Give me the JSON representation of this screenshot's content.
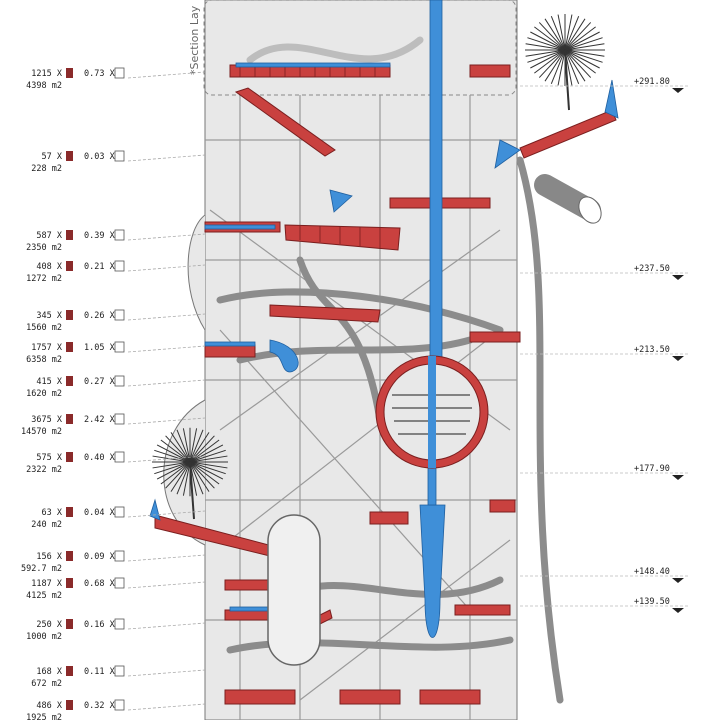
{
  "section_label": "*Section Lay",
  "rows": [
    {
      "count": "1215 X",
      "area": "4398 m2",
      "ratio": "0.73 X"
    },
    {
      "count": "57 X",
      "area": "228 m2",
      "ratio": "0.03 X"
    },
    {
      "count": "587 X",
      "area": "2350 m2",
      "ratio": "0.39 X"
    },
    {
      "count": "408 X",
      "area": "1272 m2",
      "ratio": "0.21 X"
    },
    {
      "count": "345 X",
      "area": "1560 m2",
      "ratio": "0.26 X"
    },
    {
      "count": "1757 X",
      "area": "6358 m2",
      "ratio": "1.05 X"
    },
    {
      "count": "415 X",
      "area": "1620 m2",
      "ratio": "0.27 X"
    },
    {
      "count": "3675 X",
      "area": "14570 m2",
      "ratio": "2.42 X"
    },
    {
      "count": "575 X",
      "area": "2322 m2",
      "ratio": "0.40 X"
    },
    {
      "count": "63 X",
      "area": "240 m2",
      "ratio": "0.04 X"
    },
    {
      "count": "156 X",
      "area": "592.7 m2",
      "ratio": "0.09 X"
    },
    {
      "count": "1187 X",
      "area": "4125 m2",
      "ratio": "0.68 X"
    },
    {
      "count": "250 X",
      "area": "1000 m2",
      "ratio": "0.16 X"
    },
    {
      "count": "168 X",
      "area": "672 m2",
      "ratio": "0.11 X"
    },
    {
      "count": "486 X",
      "area": "1925 m2",
      "ratio": "0.32 X"
    }
  ],
  "elevations": [
    "+291.80",
    "+237.50",
    "+213.50",
    "+177.90",
    "+148.40",
    "+139.50"
  ],
  "colors": {
    "water": "#3f8fd8",
    "terrace": "#c9413f",
    "terrace_dark": "#7a1f1f",
    "structure": "#9a9a9a",
    "fill": "#e6e6e6",
    "line": "#555555"
  }
}
